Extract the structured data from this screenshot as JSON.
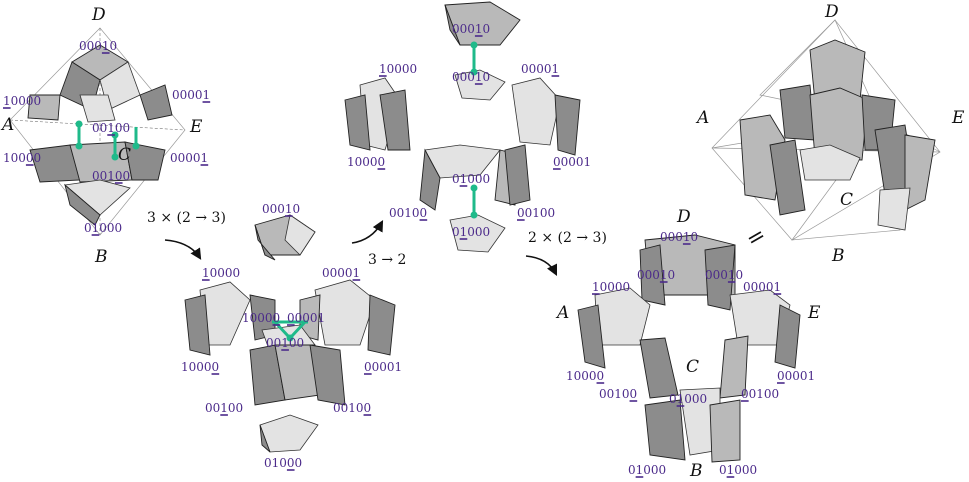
{
  "panels": [
    {
      "id": "p1",
      "vertices": [
        "D",
        "A",
        "E",
        "C",
        "B"
      ],
      "codes": [
        "00010",
        "10000",
        "00001",
        "00100",
        "10000",
        "00001",
        "00100",
        "01000"
      ],
      "underline": [
        3,
        0,
        4,
        2,
        3,
        4,
        3,
        1
      ]
    },
    {
      "id": "p2",
      "vertices": [],
      "codes": [
        "00010",
        "10000",
        "00001",
        "10000",
        "00001",
        "00100",
        "10000",
        "00001",
        "00100",
        "00100",
        "01000"
      ],
      "underline": [
        3,
        0,
        4,
        4,
        0,
        2,
        4,
        0,
        2,
        4,
        3
      ]
    },
    {
      "id": "p3",
      "vertices": [],
      "codes": [
        "00010",
        "00010",
        "10000",
        "00001",
        "10000",
        "00001",
        "01000",
        "00100",
        "00100",
        "01000"
      ],
      "underline": [
        3,
        3,
        0,
        4,
        4,
        0,
        1,
        4,
        0,
        1
      ]
    },
    {
      "id": "p4",
      "vertices": [
        "D",
        "A",
        "E",
        "C",
        "B"
      ],
      "codes": [
        "00010",
        "00010",
        "00010",
        "10000",
        "00001",
        "10000",
        "00001",
        "00100",
        "01000",
        "00100",
        "01000",
        "01000"
      ],
      "underline": [
        3,
        3,
        3,
        0,
        4,
        4,
        0,
        4,
        1,
        0,
        1,
        1
      ]
    },
    {
      "id": "p5",
      "vertices": [
        "D",
        "A",
        "E",
        "C",
        "B"
      ],
      "codes": [],
      "underline": []
    }
  ],
  "operations": {
    "op1": "3 × (2 → 3)",
    "op2": "3 → 2",
    "op3": "2 × (2 → 3)",
    "equals": "="
  }
}
